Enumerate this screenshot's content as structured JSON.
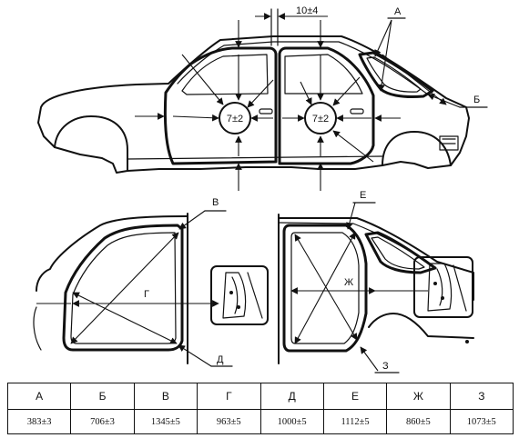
{
  "labels": {
    "A": "А",
    "B": "Б",
    "V": "В",
    "G": "Г",
    "D": "Д",
    "E": "Е",
    "Zh": "Ж",
    "Z": "З"
  },
  "dimension_notes": {
    "gap_top": "10±4",
    "front_door_circle": "7±2",
    "rear_door_circle": "7±2"
  },
  "table": {
    "headers": [
      "А",
      "Б",
      "В",
      "Г",
      "Д",
      "Е",
      "Ж",
      "З"
    ],
    "values": [
      "383±3",
      "706±3",
      "1345±5",
      "963±5",
      "1000±5",
      "1112±5",
      "860±5",
      "1073±5"
    ]
  }
}
